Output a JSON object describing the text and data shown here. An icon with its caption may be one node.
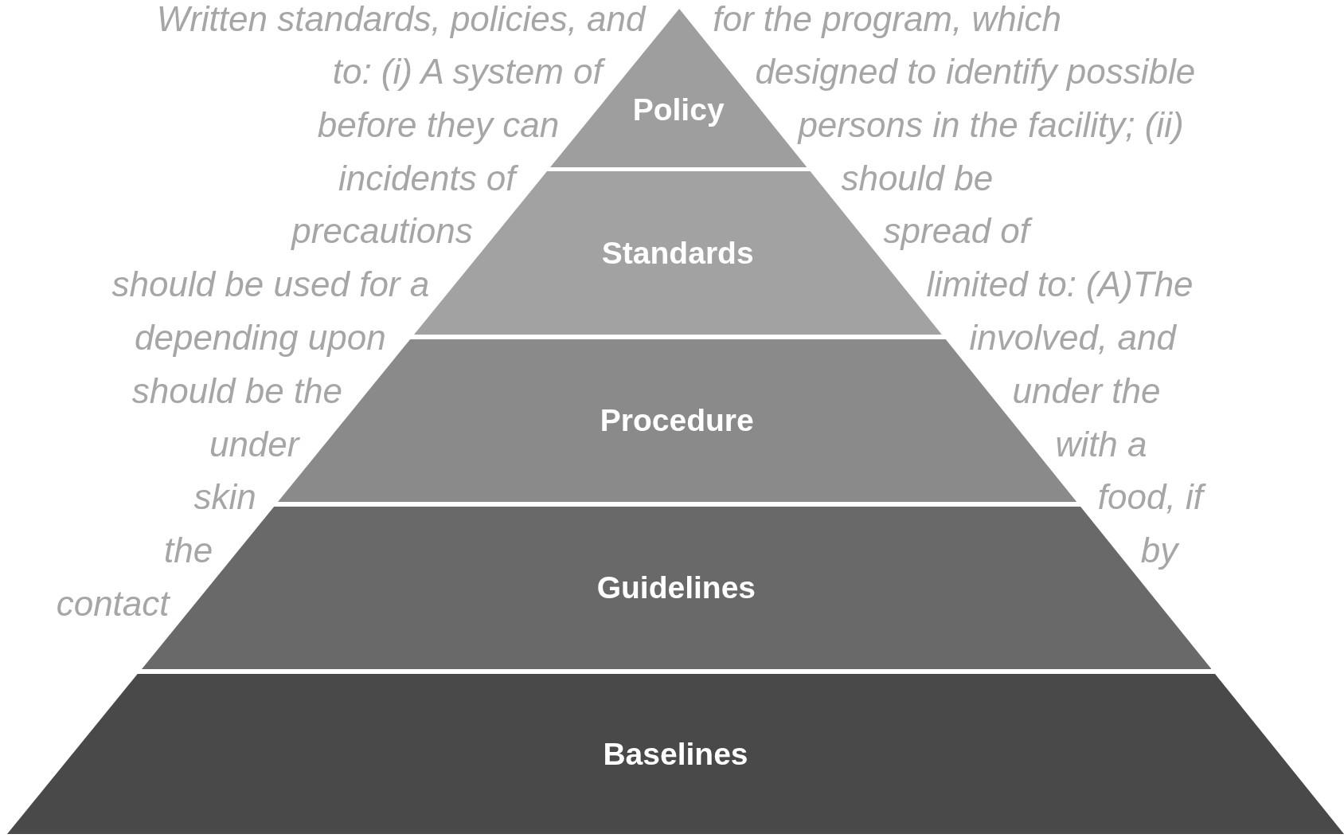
{
  "diagram": {
    "nodes": [
      {
        "text": [
          "Policy"
        ]
      },
      {
        "text": [
          "Standards"
        ]
      },
      {
        "text": [
          "Procedure"
        ]
      },
      {
        "text": [
          "Guidelines"
        ]
      },
      {
        "text": [
          "Baselines"
        ]
      }
    ],
    "labels": [
      "Written standards, policies, and",
      "for the program, which",
      "to: (i) A system of",
      "designed to identify possible",
      "before they can",
      "persons in the facility; (ii)",
      "incidents of",
      "should be",
      "precautions",
      "spread of",
      "should be used for a",
      "limited to: (A)The",
      "depending upon",
      "involved, and",
      "should be the",
      "under the",
      "under",
      "with a",
      "skin",
      "food, if",
      "the",
      "by",
      "contact"
    ]
  }
}
